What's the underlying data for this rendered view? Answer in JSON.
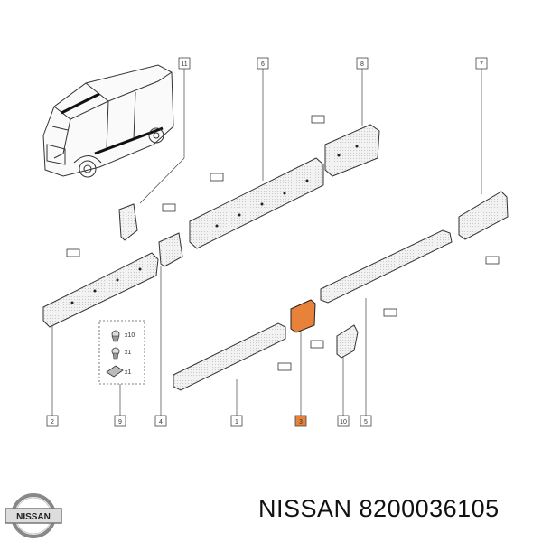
{
  "diagram": {
    "callouts": [
      {
        "id": "11",
        "label": "11"
      },
      {
        "id": "6",
        "label": "6"
      },
      {
        "id": "8",
        "label": "8"
      },
      {
        "id": "7",
        "label": "7"
      },
      {
        "id": "2",
        "label": "2"
      },
      {
        "id": "9",
        "label": "9"
      },
      {
        "id": "4",
        "label": "4"
      },
      {
        "id": "1",
        "label": "1"
      },
      {
        "id": "3",
        "label": "3",
        "highlighted": true
      },
      {
        "id": "10",
        "label": "10"
      },
      {
        "id": "5",
        "label": "5"
      }
    ],
    "fastener_kit": {
      "items": [
        {
          "qty": "x10",
          "icon": "clip-icon"
        },
        {
          "qty": "x1",
          "icon": "clip-icon"
        },
        {
          "qty": "x1",
          "icon": "bracket-icon"
        }
      ]
    },
    "highlight_color": "#e8823a"
  },
  "footer": {
    "brand_logo_text": "NISSAN",
    "brand": "NISSAN",
    "part_number": "8200036105"
  }
}
